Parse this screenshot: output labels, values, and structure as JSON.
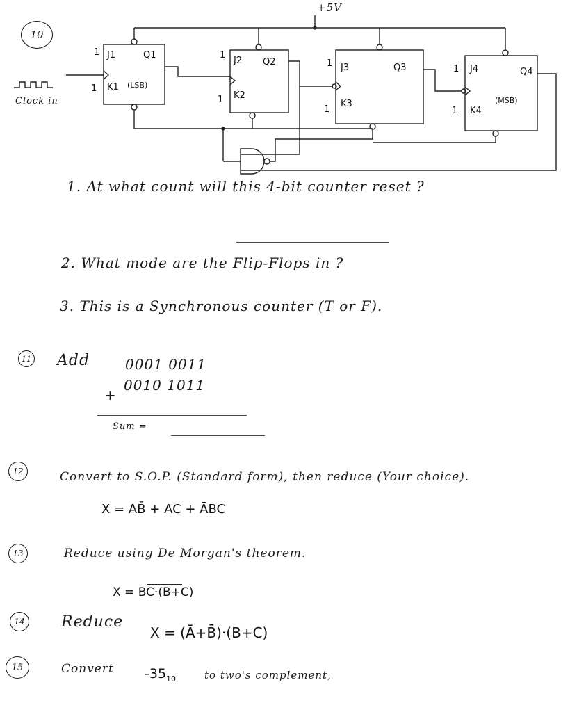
{
  "supply": "+5V",
  "q10": {
    "number": "10",
    "clock_label": "Clock in",
    "flipflops": [
      {
        "j": "J1",
        "k": "K1",
        "q": "Q1",
        "note": "(LSB)",
        "j_in": "1",
        "k_in": "1"
      },
      {
        "j": "J2",
        "k": "K2",
        "q": "Q2",
        "note": "",
        "j_in": "1",
        "k_in": "1"
      },
      {
        "j": "J3",
        "k": "K3",
        "q": "Q3",
        "note": "",
        "j_in": "1",
        "k_in": "1"
      },
      {
        "j": "J4",
        "k": "K4",
        "q": "Q4",
        "note": "(MSB)",
        "j_in": "1",
        "k_in": "1"
      }
    ],
    "questions": [
      "1. At what count will this 4-bit counter reset ?",
      "2. What mode are the Flip-Flops in ?",
      "3. This is a Synchronous counter (T or F)."
    ]
  },
  "q11": {
    "number": "11",
    "label": "Add",
    "a": "0001 0011",
    "b": "0010 1011",
    "plus": "+",
    "sum_label": "Sum ="
  },
  "q12": {
    "number": "12",
    "instruction": "Convert to S.O.P. (Standard form), then reduce (Your choice).",
    "expr_lhs": "X = ",
    "expr_terms": [
      "AB̄",
      "+ AC",
      "+ ĀBC"
    ]
  },
  "q13": {
    "number": "13",
    "instruction": "Reduce using De Morgan's theorem.",
    "expr": "X = BC·(B+C)"
  },
  "q14": {
    "number": "14",
    "label": "Reduce",
    "expr": "X = (Ā+B̄)·(B+C)"
  },
  "q15": {
    "number": "15",
    "label": "Convert",
    "value": "-35",
    "sub": "10",
    "tail": "to two's complement,"
  }
}
